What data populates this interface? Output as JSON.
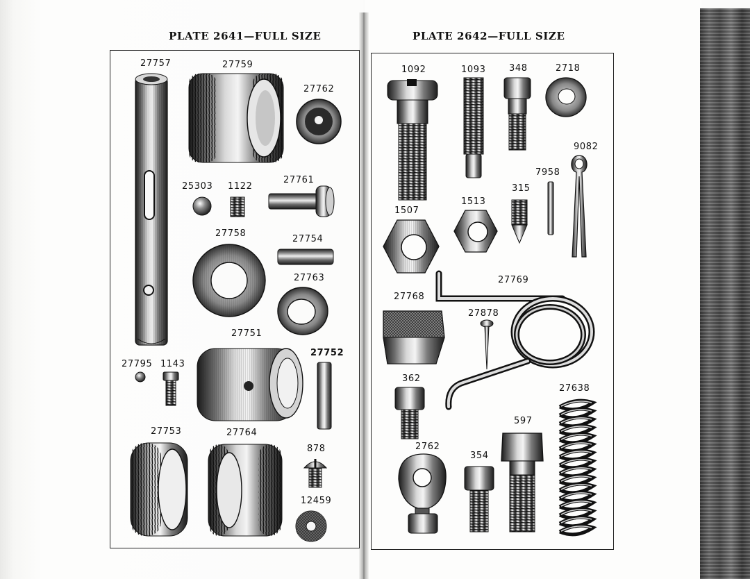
{
  "left_plate": {
    "title": "PLATE 2641—FULL SIZE",
    "parts": {
      "p27757": "27757",
      "p27759": "27759",
      "p27762": "27762",
      "p25303": "25303",
      "p1122": "1122",
      "p27761": "27761",
      "p27758": "27758",
      "p27754": "27754",
      "p27763": "27763",
      "p27751": "27751",
      "p27752": "27752",
      "p27795": "27795",
      "p1143": "1143",
      "p27753": "27753",
      "p27764": "27764",
      "p878": "878",
      "p12459": "12459"
    }
  },
  "right_plate": {
    "title": "PLATE 2642—FULL SIZE",
    "parts": {
      "p1092": "1092",
      "p1093": "1093",
      "p348": "348",
      "p2718": "2718",
      "p9082": "9082",
      "p7958": "7958",
      "p315": "315",
      "p1507": "1507",
      "p1513": "1513",
      "p27769": "27769",
      "p27768": "27768",
      "p27878": "27878",
      "p362": "362",
      "p27638": "27638",
      "p597": "597",
      "p2762": "2762",
      "p354": "354"
    }
  }
}
